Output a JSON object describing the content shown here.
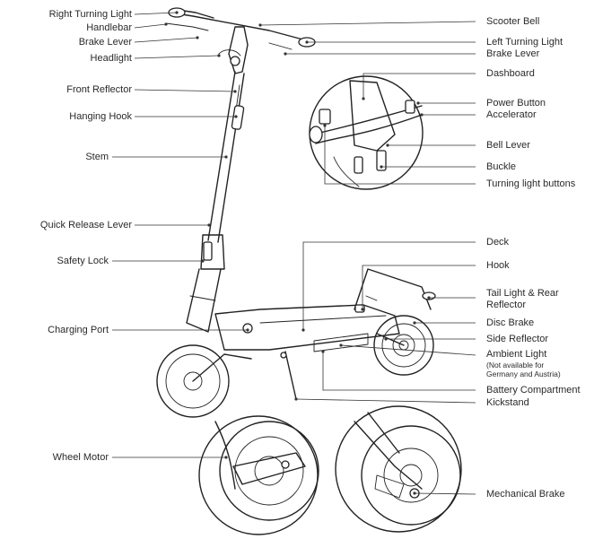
{
  "labels": {
    "right_turning_light": "Right Turning Light",
    "handlebar": "Handlebar",
    "brake_lever_left": "Brake Lever",
    "headlight": "Headlight",
    "front_reflector": "Front Reflector",
    "hanging_hook": "Hanging Hook",
    "stem": "Stem",
    "quick_release_lever": "Quick Release Lever",
    "safety_lock": "Safety Lock",
    "charging_port": "Charging Port",
    "wheel_motor": "Wheel Motor",
    "scooter_bell": "Scooter Bell",
    "left_turning_light": "Left Turning Light",
    "brake_lever_right": "Brake Lever",
    "dashboard": "Dashboard",
    "power_button": "Power Button",
    "accelerator": "Accelerator",
    "bell_lever": "Bell Lever",
    "buckle": "Buckle",
    "turning_light_buttons": "Turning light buttons",
    "deck": "Deck",
    "hook": "Hook",
    "tail_light_line1": "Tail Light & Rear",
    "tail_light_line2": "Reflector",
    "disc_brake": "Disc Brake",
    "side_reflector": "Side Reflector",
    "ambient_light": "Ambient Light",
    "ambient_note_line1": "(Not available for",
    "ambient_note_line2": "Germany and Austria)",
    "battery_compartment": "Battery Compartment",
    "kickstand": "Kickstand",
    "mechanical_brake": "Mechanical Brake"
  }
}
